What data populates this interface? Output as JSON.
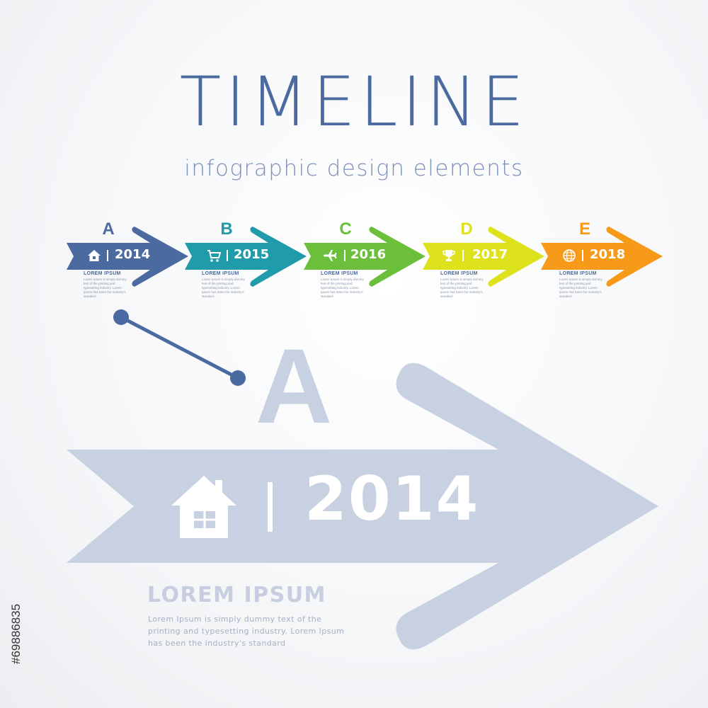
{
  "title": "TIMELINE",
  "subtitle": "infographic design elements",
  "steps": [
    {
      "letter": "A",
      "year": "2014",
      "icon": "house-icon",
      "color": "#4a6aa0",
      "heading": "LOREM IPSUM",
      "text": "Lorem Ipsum is simply dummy text of the printing and typesetting industry. Lorem Ipsum has been the industry's standard"
    },
    {
      "letter": "B",
      "year": "2015",
      "icon": "shopping-cart-icon",
      "color": "#1f9baa",
      "heading": "LOREM IPSUM",
      "text": "Lorem Ipsum is simply dummy text of the printing and typesetting industry. Lorem Ipsum has been the industry's standard"
    },
    {
      "letter": "C",
      "year": "2016",
      "icon": "airplane-icon",
      "color": "#6bbf3a",
      "heading": "LOREM IPSUM",
      "text": "Lorem Ipsum is simply dummy text of the printing and typesetting industry. Lorem Ipsum has been the industry's standard"
    },
    {
      "letter": "D",
      "year": "2017",
      "icon": "trophy-icon",
      "color": "#dde21c",
      "heading": "LOREM IPSUM",
      "text": "Lorem Ipsum is simply dummy text of the printing and typesetting industry. Lorem Ipsum has been the industry's standard"
    },
    {
      "letter": "E",
      "year": "2018",
      "icon": "globe-icon",
      "color": "#f79a1a",
      "heading": "LOREM IPSUM",
      "text": "Lorem Ipsum is simply dummy text of the printing and typesetting industry. Lorem Ipsum has been the industry's standard"
    }
  ],
  "detail": {
    "letter": "A",
    "year": "2014",
    "icon": "house-icon",
    "heading": "LOREM IPSUM",
    "text": "Lorem Ipsum is simply dummy text of the printing and typesetting industry. Lorem Ipsum has been the industry's standard",
    "arrow_color": "#c8d1e1",
    "connector_color": "#4a6aa0"
  },
  "stock_id": "#69886835"
}
